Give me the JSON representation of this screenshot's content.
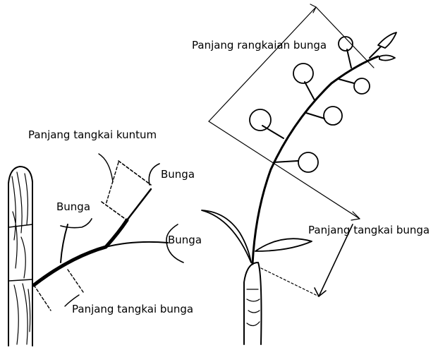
{
  "labels": {
    "left_peduncle": "Panjang tangkai kuntum",
    "left_flower_a": "Bunga",
    "left_flower_b": "Bunga",
    "left_flower_c": "Bunga",
    "left_scape": "Panjang tangkai bunga",
    "right_inflorescence": "Panjang rangkaian bunga",
    "right_scape": "Panjang tangkai bunga"
  },
  "colors": {
    "ink": "#000000",
    "background": "#ffffff"
  }
}
